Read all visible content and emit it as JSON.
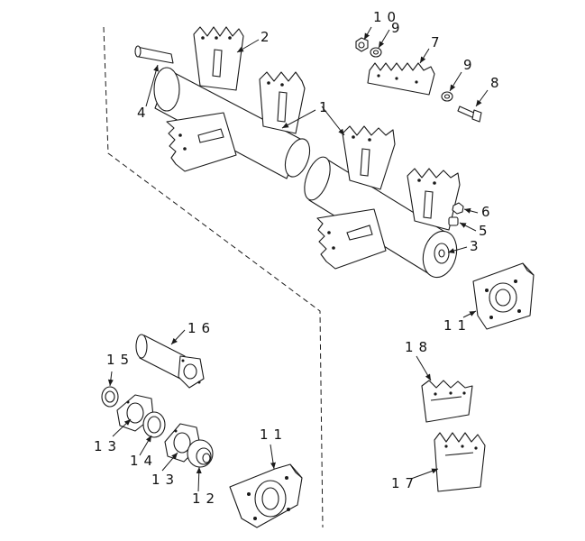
{
  "callouts": {
    "c1": "1",
    "c2": "2",
    "c3": "3",
    "c4": "4",
    "c5": "5",
    "c6": "6",
    "c7": "7",
    "c8": "8",
    "c9a": "9",
    "c9b": "9",
    "c10": "10",
    "c11a": "11",
    "c11b": "11",
    "c12": "12",
    "c13a": "13",
    "c13b": "13",
    "c14": "14",
    "c15": "15",
    "c16": "16",
    "c17": "17",
    "c18": "18"
  }
}
